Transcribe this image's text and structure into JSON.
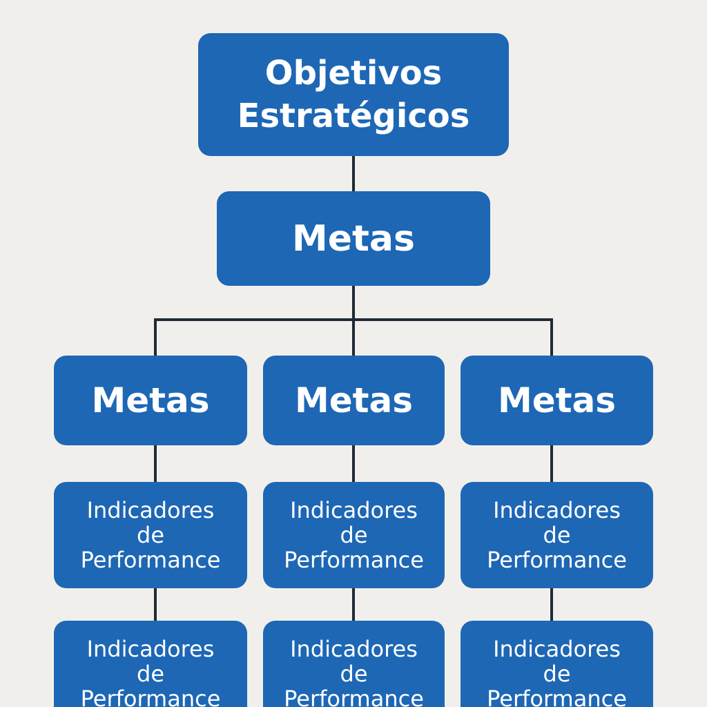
{
  "diagram": {
    "root": {
      "label": "Objetivos\nEstratégicos"
    },
    "level2": {
      "label": "Metas"
    },
    "columns": [
      {
        "meta_label": "Metas",
        "indicators": [
          "Indicadores\nde\nPerformance",
          "Indicadores\nde\nPerformance"
        ]
      },
      {
        "meta_label": "Metas",
        "indicators": [
          "Indicadores\nde\nPerformance",
          "Indicadores\nde\nPerformance"
        ]
      },
      {
        "meta_label": "Metas",
        "indicators": [
          "Indicadores\nde\nPerformance",
          "Indicadores\nde\nPerformance"
        ]
      }
    ],
    "colors": {
      "background": "#f1efec",
      "node_fill": "#1d67b5",
      "node_text": "#ffffff",
      "connector": "#1f2a36"
    }
  }
}
